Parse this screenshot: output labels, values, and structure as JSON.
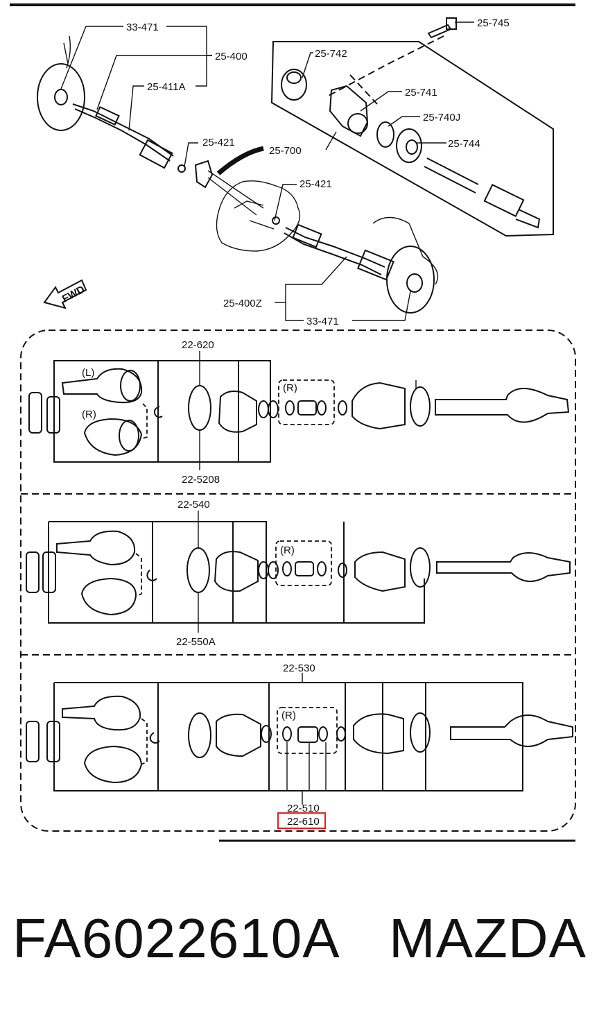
{
  "labels": {
    "c33_471_top": "33-471",
    "c25_400": "25-400",
    "c25_411a": "25-411A",
    "c25_421_a": "25-421",
    "c25_421_b": "25-421",
    "c25_700": "25-700",
    "c25_742": "25-742",
    "c25_741": "25-741",
    "c25_740j": "25-740J",
    "c25_744": "25-744",
    "c25_745": "25-745",
    "c25_400z": "25-400Z",
    "c33_471_bottom": "33-471",
    "fwd": "FWD",
    "p1_top": "22-620",
    "p1_bottom": "22-5208",
    "p1_left": "(L)",
    "p1_right": "(R)",
    "p1_box_r": "(R)",
    "p2_top": "22-540",
    "p2_bottom": "22-550A",
    "p2_box_r": "(R)",
    "p3_top": "22-530",
    "p3_box_r": "(R)",
    "p3_bottom_a": "22-510",
    "p3_bottom_b": "22-610"
  },
  "highlight": {
    "label": "22-610",
    "color": "#e02020"
  },
  "footer": {
    "part_number": "FA6022610A",
    "brand": "MAZDA"
  }
}
